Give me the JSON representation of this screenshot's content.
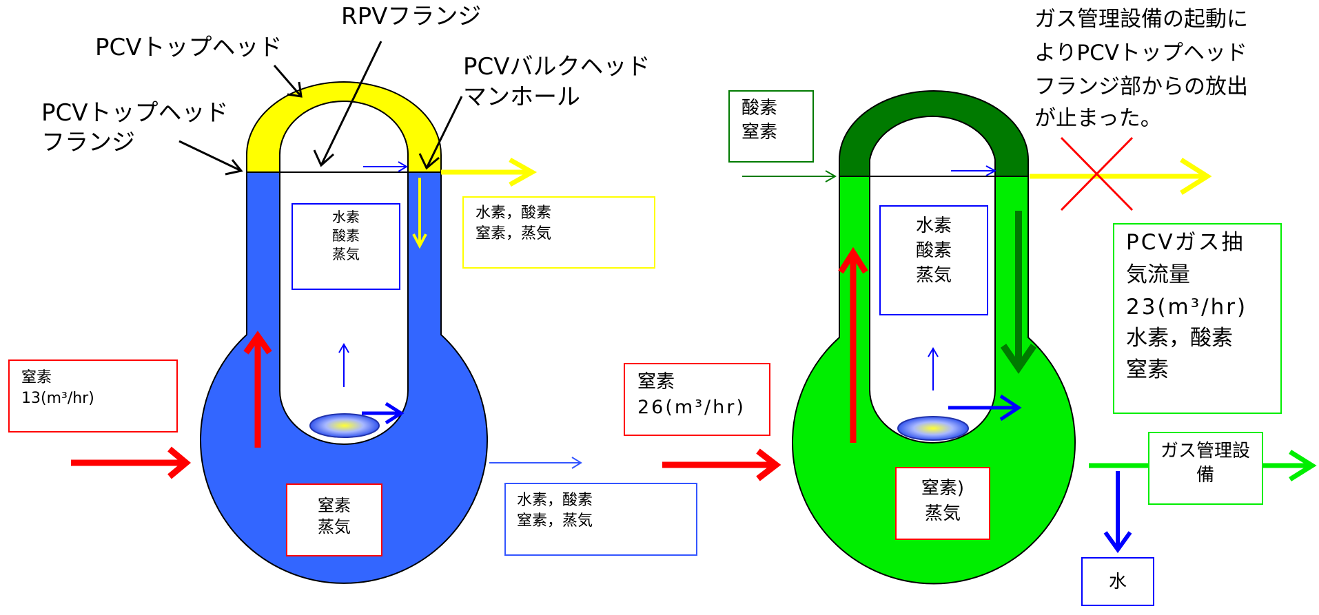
{
  "left": {
    "labels": {
      "rpv_flange": "RPVフランジ",
      "pcv_top_head": "PCVトップヘッド",
      "pcv_bulk_head": [
        "PCVバルクヘッド",
        "マンホール"
      ],
      "pcv_top_head_flange": [
        "PCVトップヘッド",
        "フランジ"
      ]
    },
    "inner_box": [
      "水素",
      "酸素",
      "蒸気"
    ],
    "release_box": [
      "水素，酸素",
      "窒素，蒸気"
    ],
    "nitrogen_box": [
      "窒素",
      "13(m³/hr)"
    ],
    "bottom_box": [
      "窒素",
      "蒸気"
    ],
    "exhaust_box": [
      "水素，酸素",
      "窒素，蒸気"
    ],
    "colors": {
      "vessel": "#3366ff",
      "top_head": "#ffff00"
    }
  },
  "right": {
    "gas_input_box": [
      "酸素",
      "窒素"
    ],
    "note": [
      "ガス管理設備の起動に",
      "よりPCVトップヘッド",
      "フランジ部からの放出",
      "が止まった。"
    ],
    "inner_box": [
      "水素",
      "酸素",
      "蒸気"
    ],
    "flow_box": [
      "PCVガス抽",
      "気流量",
      "23(m³/hr)",
      "水素，酸素",
      "窒素"
    ],
    "nitrogen_box": [
      "窒素",
      "26(m³/hr)"
    ],
    "bottom_box": [
      "窒素)",
      "蒸気"
    ],
    "gas_mgmt_box": [
      "ガス管理設",
      "備"
    ],
    "water_box": "水",
    "colors": {
      "vessel": "#00ee00",
      "top_head": "#007a00"
    }
  }
}
